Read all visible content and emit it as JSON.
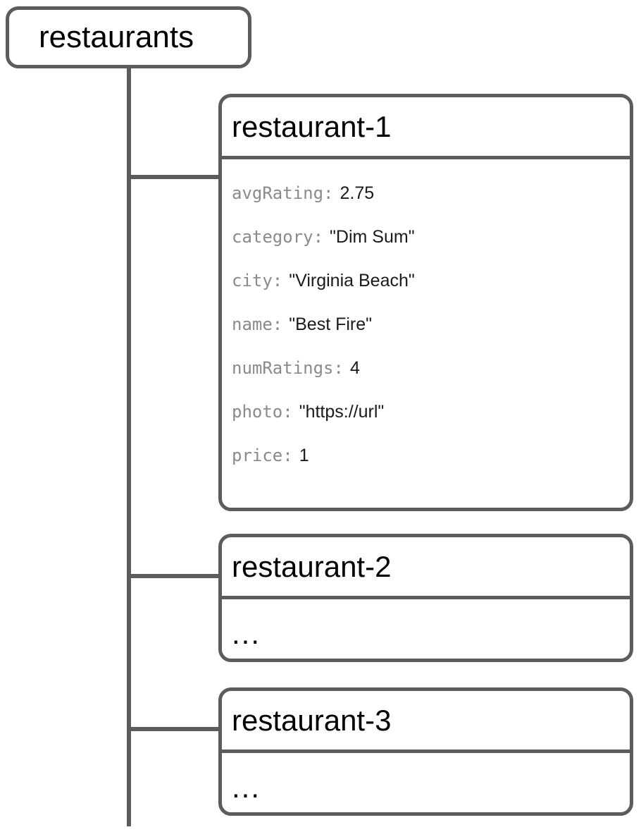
{
  "diagram": {
    "type": "tree",
    "root": {
      "label": "restaurants",
      "kind": "collection"
    },
    "documents": [
      {
        "id": "restaurant-1",
        "fields": [
          {
            "key": "avgRating:",
            "value": "2.75"
          },
          {
            "key": "category:",
            "value": "\"Dim Sum\""
          },
          {
            "key": "city:",
            "value": "\"Virginia Beach\""
          },
          {
            "key": "name:",
            "value": "\"Best Fire\""
          },
          {
            "key": "numRatings:",
            "value": "4"
          },
          {
            "key": "photo:",
            "value": "\"https://url\""
          },
          {
            "key": "price:",
            "value": "1"
          }
        ]
      },
      {
        "id": "restaurant-2",
        "ellipsis": "..."
      },
      {
        "id": "restaurant-3",
        "ellipsis": "..."
      }
    ],
    "colors": {
      "stroke": "#5c5c5c",
      "background": "#ffffff",
      "key_text": "#8a8a8a",
      "value_text": "#1a1a1a",
      "title_text": "#000000"
    }
  }
}
